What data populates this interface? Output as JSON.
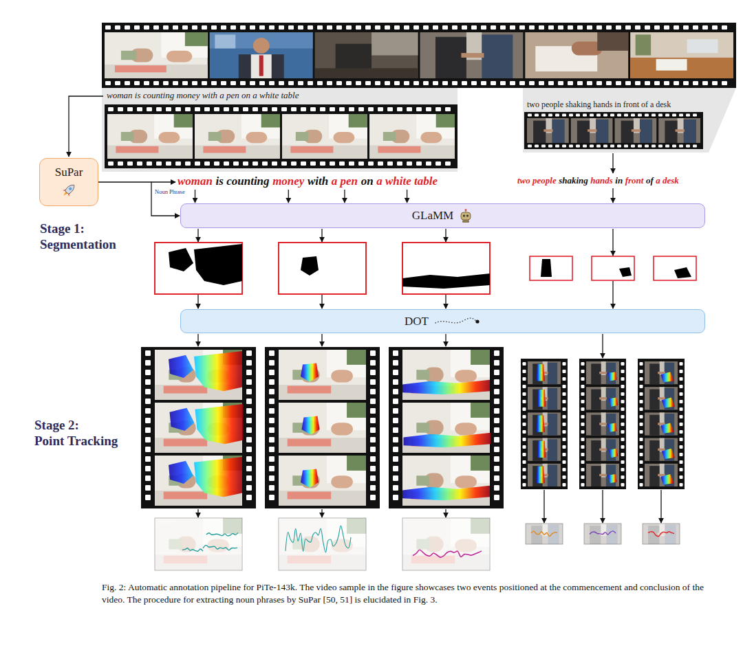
{
  "diagram": {
    "caption": "Fig. 2: Automatic annotation pipeline for PiTe-143k. The video sample in the figure showcases two events positioned at the commencement and conclusion of the video. The procedure for extracting noun phrases by SuPar [50, 51] is elucidated in Fig. 3.",
    "nodes": [
      {
        "text": [
          "SuPar"
        ]
      },
      {
        "text": [
          "GLaMM"
        ]
      },
      {
        "text": [
          "DOT"
        ]
      }
    ],
    "edges": [
      {
        "from": 0,
        "to": 1,
        "arrow": "to",
        "label": "Noun Phrase"
      }
    ],
    "labels": [
      "woman is counting money with a pen on a white table",
      "two people shaking hands in front of a desk",
      "woman",
      "is counting",
      "money",
      "with",
      "a pen",
      "on",
      "a white table",
      "two people",
      "shaking",
      "hands",
      "in",
      "front",
      "of",
      "a desk",
      "Stage 1: Segmentation",
      "Stage 2: Point Tracking"
    ]
  }
}
